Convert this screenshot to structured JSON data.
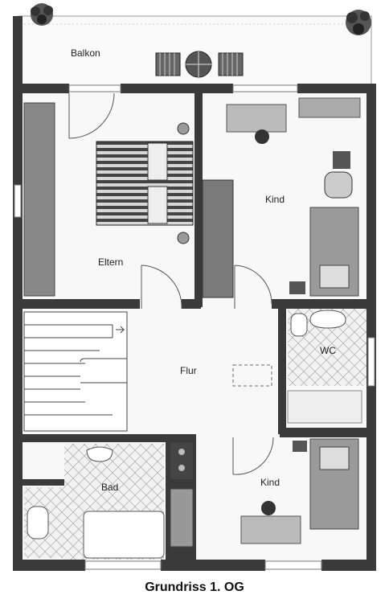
{
  "caption": "Grundriss 1. OG",
  "rooms": {
    "balkon": "Balkon",
    "eltern": "Eltern",
    "kind_top": "Kind",
    "wc": "WC",
    "flur": "Flur",
    "bad": "Bad",
    "kind_bottom": "Kind"
  },
  "colors": {
    "wall": "#3a3a3a",
    "floor": "#f7f7f7",
    "furniture": "#7a7a7a",
    "tile": "#bbbbbb"
  }
}
